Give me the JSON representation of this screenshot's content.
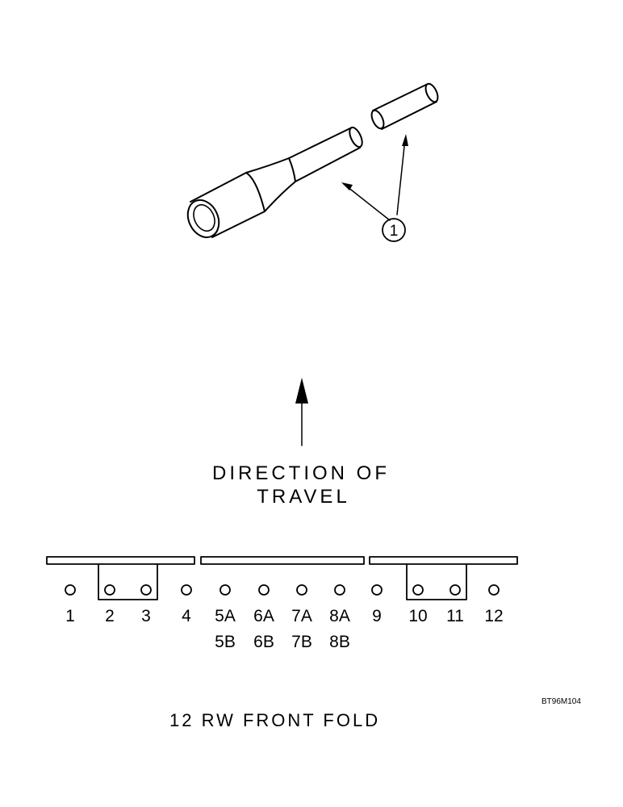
{
  "callout": "1",
  "direction": {
    "line1": "DIRECTION OF",
    "line2": "TRAVEL"
  },
  "row_labels_top": [
    "1",
    "2",
    "3",
    "4",
    "5A",
    "6A",
    "7A",
    "8A",
    "9",
    "10",
    "11",
    "12"
  ],
  "row_labels_bottom": [
    "5B",
    "6B",
    "7B",
    "8B"
  ],
  "figure_code": "BT96M104",
  "caption": "12 RW FRONT FOLD"
}
